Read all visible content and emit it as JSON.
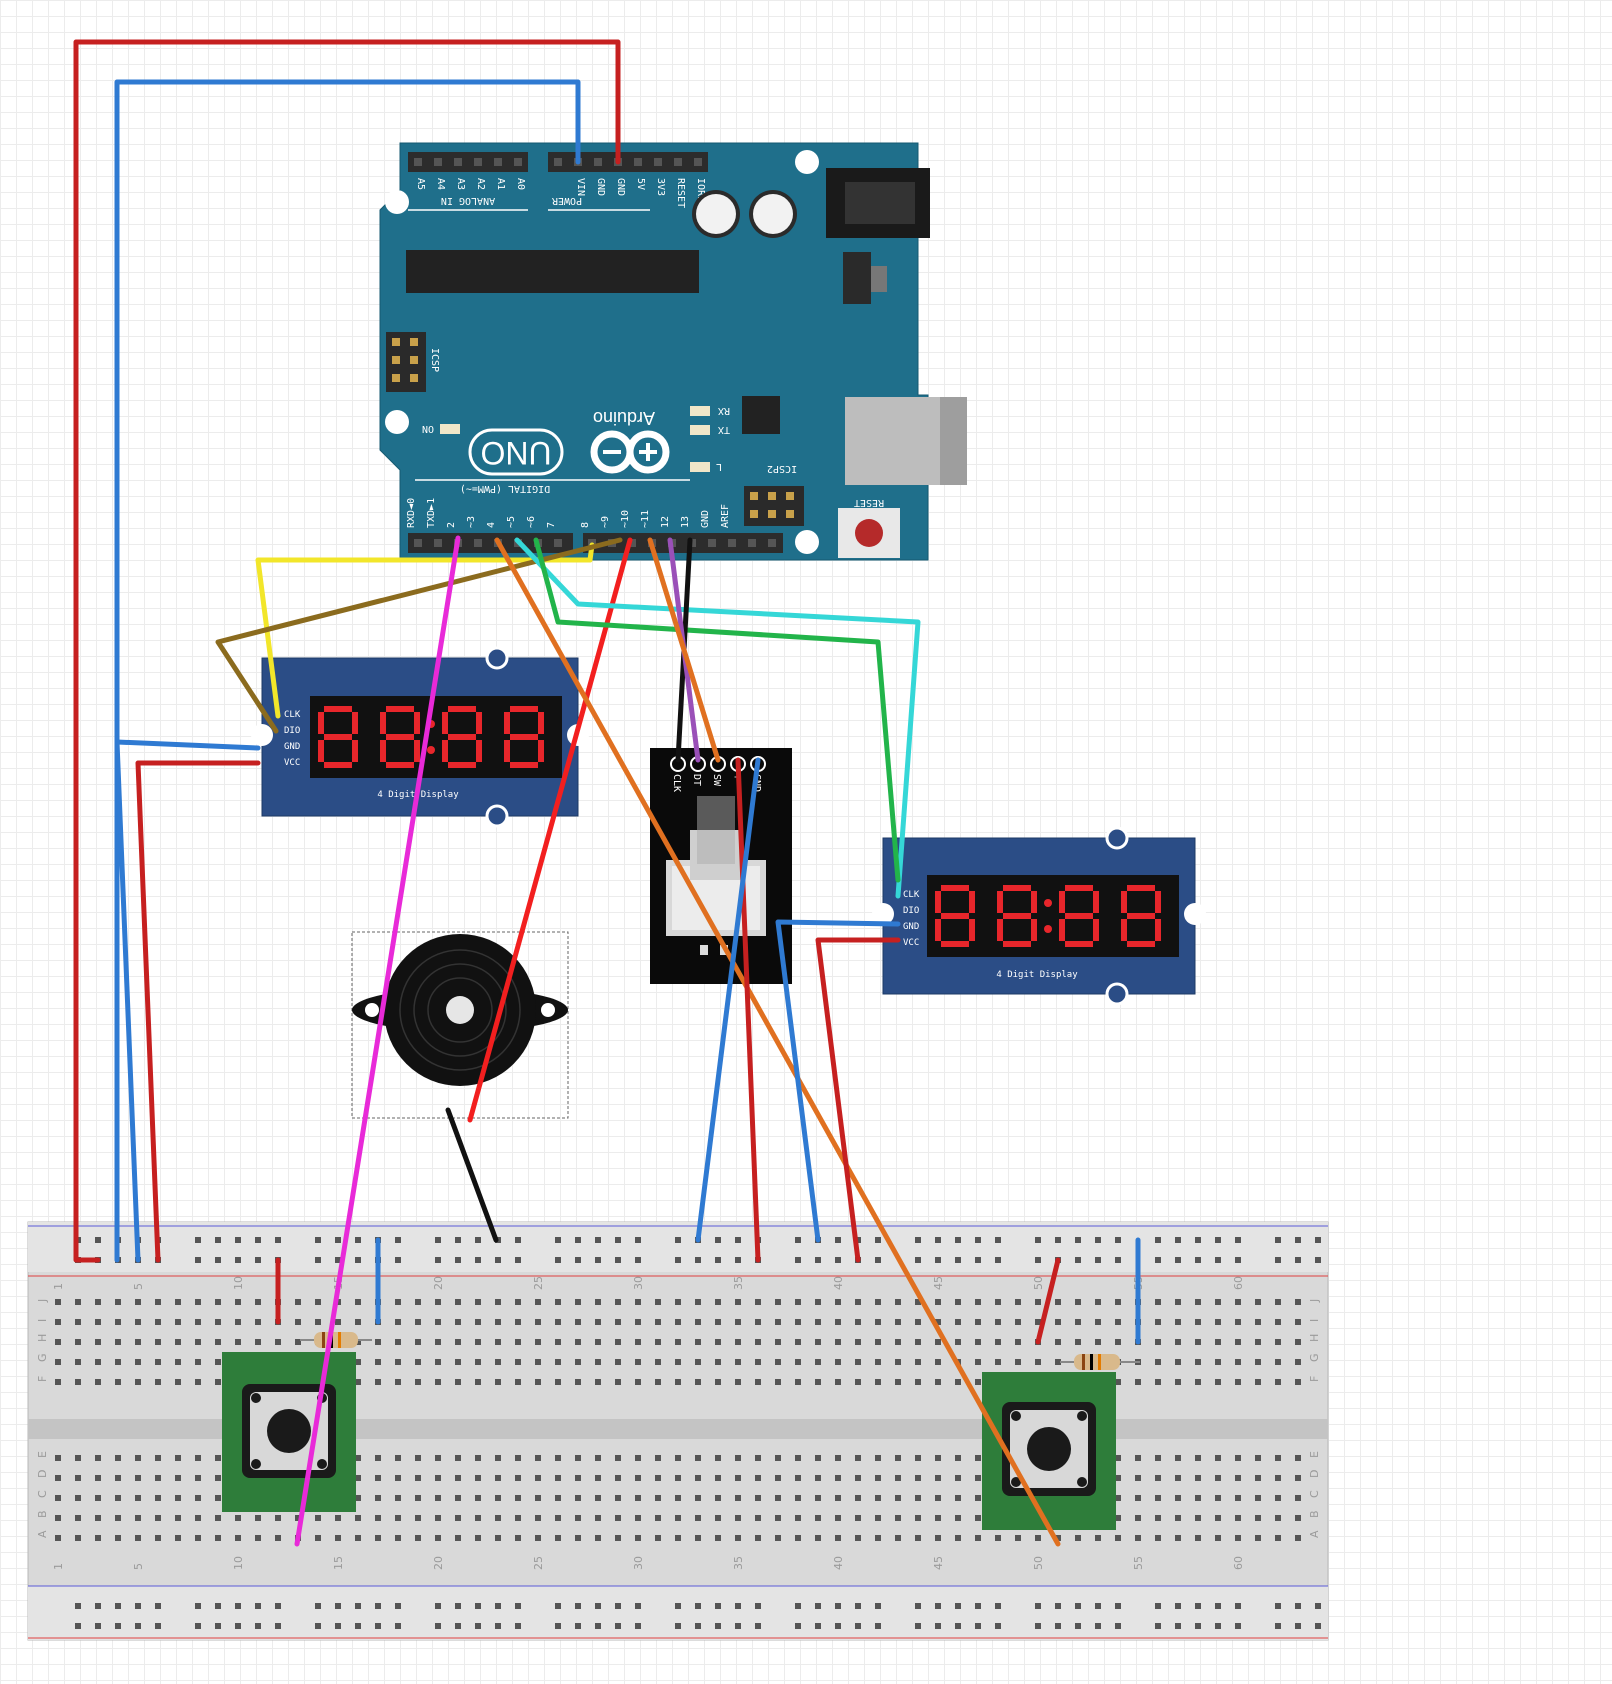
{
  "colors": {
    "arduino_board": "#1f6f8b",
    "display_board": "#2b4d86",
    "segment_red": "#e8262b",
    "breadboard": "#dcdcdc",
    "pcb_green": "#2e7d3a"
  },
  "arduino": {
    "logo": "Arduino",
    "model": "UNO",
    "analog_header": "ANALOG IN",
    "power_header": "POWER",
    "digital_header": "DIGITAL (PWM=~)",
    "icsp": "ICSP",
    "icsp2": "ICSP2",
    "on": "ON",
    "rx": "RX",
    "tx": "TX",
    "l": "L",
    "reset": "RESET",
    "analog_pins": [
      "A5",
      "A4",
      "A3",
      "A2",
      "A1",
      "A0"
    ],
    "power_pins": [
      "VIN",
      "GND",
      "GND",
      "5V",
      "3V3",
      "RESET",
      "IOREF"
    ],
    "digital_pins": [
      "RXD◄0",
      "TXD►1",
      "2",
      "~3",
      "4",
      "~5",
      "~6",
      "7",
      "8",
      "~9",
      "~10",
      "~11",
      "12",
      "13",
      "GND",
      "AREF"
    ]
  },
  "display1": {
    "caption": "4 Digit Display",
    "pins": [
      "CLK",
      "DIO",
      "GND",
      "VCC"
    ]
  },
  "display2": {
    "caption": "4 Digit Display",
    "pins": [
      "CLK",
      "DIO",
      "GND",
      "VCC"
    ]
  },
  "encoder": {
    "pins": [
      "CLK",
      "DT",
      "SW",
      "+",
      "GND"
    ]
  },
  "breadboard": {
    "column_numbers": [
      "1",
      "5",
      "10",
      "15",
      "20",
      "25",
      "30",
      "35",
      "40",
      "45",
      "50",
      "55",
      "60"
    ],
    "row_letters_top": [
      "J",
      "I",
      "H",
      "G",
      "F"
    ],
    "row_letters_bottom": [
      "E",
      "D",
      "C",
      "B",
      "A"
    ]
  }
}
